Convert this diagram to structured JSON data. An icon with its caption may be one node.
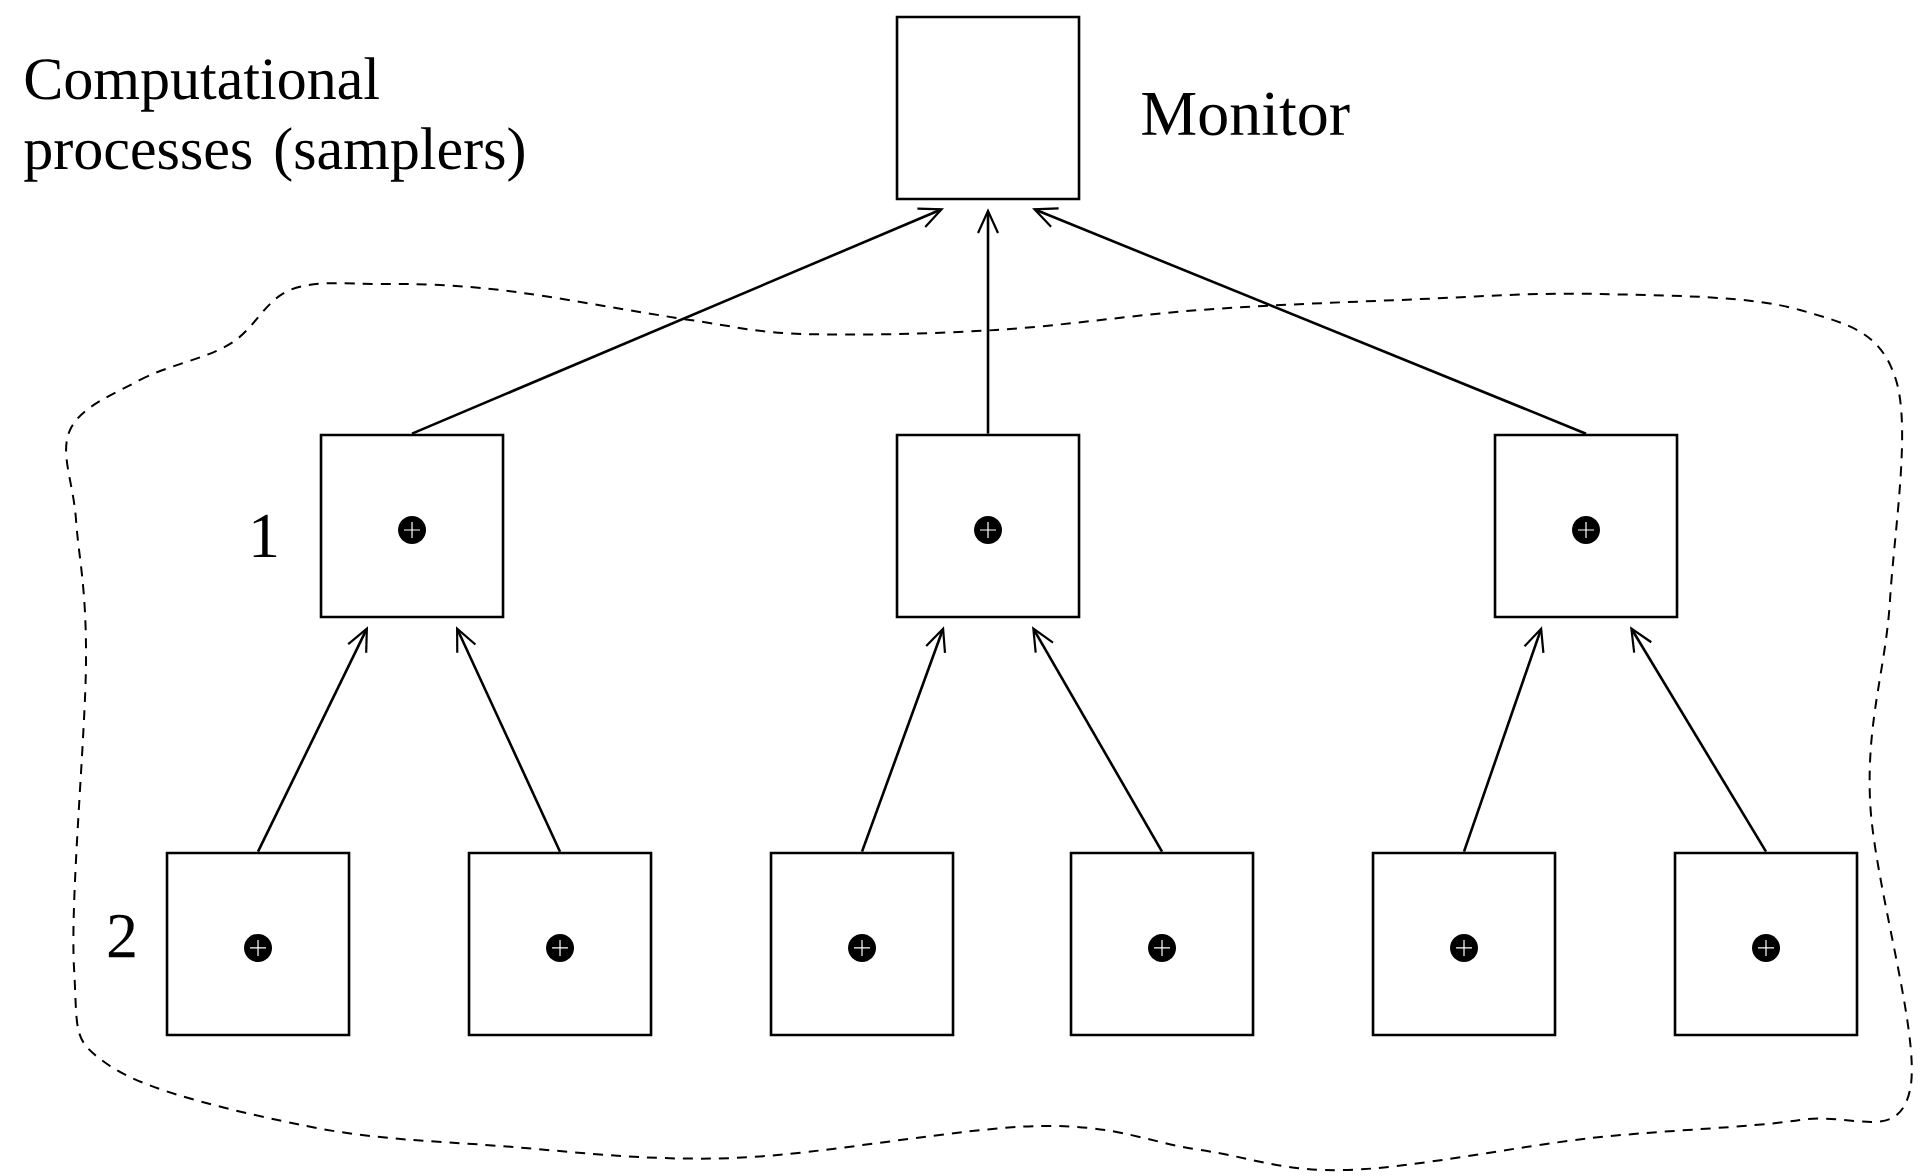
{
  "diagram": {
    "nodes": [
      {
        "text": [],
        "shape": "box",
        "beside": [
          "Monitor"
        ]
      },
      {
        "text": [
          "Computational processes (samplers)"
        ]
      },
      {
        "text": [],
        "shape": "box",
        "in": 1
      },
      {
        "text": [],
        "shape": "box",
        "in": 1
      },
      {
        "text": [],
        "shape": "box",
        "in": 1
      },
      {
        "text": [],
        "shape": "box",
        "in": 1
      },
      {
        "text": [],
        "shape": "box",
        "in": 1
      },
      {
        "text": [],
        "shape": "box",
        "in": 1
      },
      {
        "text": [],
        "shape": "box",
        "in": 1
      },
      {
        "text": [],
        "shape": "box",
        "in": 1
      },
      {
        "text": [],
        "shape": "box",
        "in": 1
      }
    ],
    "edges": [
      {
        "from": 2,
        "to": 0,
        "arrow": "to"
      },
      {
        "from": 3,
        "to": 0,
        "arrow": "to"
      },
      {
        "from": 4,
        "to": 0,
        "arrow": "to"
      },
      {
        "from": 5,
        "to": 2,
        "arrow": "to"
      },
      {
        "from": 6,
        "to": 2,
        "arrow": "to"
      },
      {
        "from": 7,
        "to": 3,
        "arrow": "to"
      },
      {
        "from": 8,
        "to": 3,
        "arrow": "to"
      },
      {
        "from": 9,
        "to": 4,
        "arrow": "to"
      },
      {
        "from": 10,
        "to": 4,
        "arrow": "to"
      }
    ],
    "labels": [
      "1",
      "2"
    ]
  }
}
